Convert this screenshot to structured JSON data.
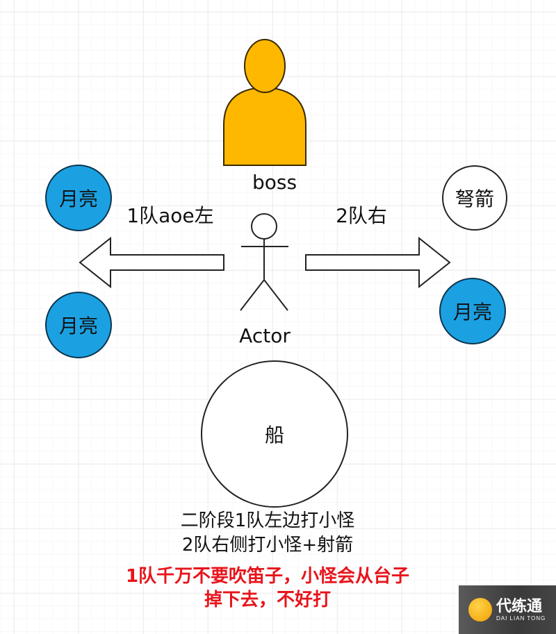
{
  "boss": {
    "label": "boss",
    "color": "#FFB800"
  },
  "moons": {
    "label": "月亮",
    "color": "#1BA1E2"
  },
  "crossbow": {
    "label": "弩箭"
  },
  "team1": {
    "label": "1队aoe左"
  },
  "team2": {
    "label": "2队右"
  },
  "actor": {
    "label": "Actor"
  },
  "ship": {
    "label": "船"
  },
  "notes": {
    "line1": "二阶段1队左边打小怪",
    "line2": "2队右侧打小怪+射箭",
    "warning1": "1队千万不要吹笛子，小怪会从台子",
    "warning2": "掉下去，不好打",
    "warning_color": "#E8141B"
  },
  "watermark": {
    "cn": "代练通",
    "en": "DAI LIAN TONG"
  }
}
